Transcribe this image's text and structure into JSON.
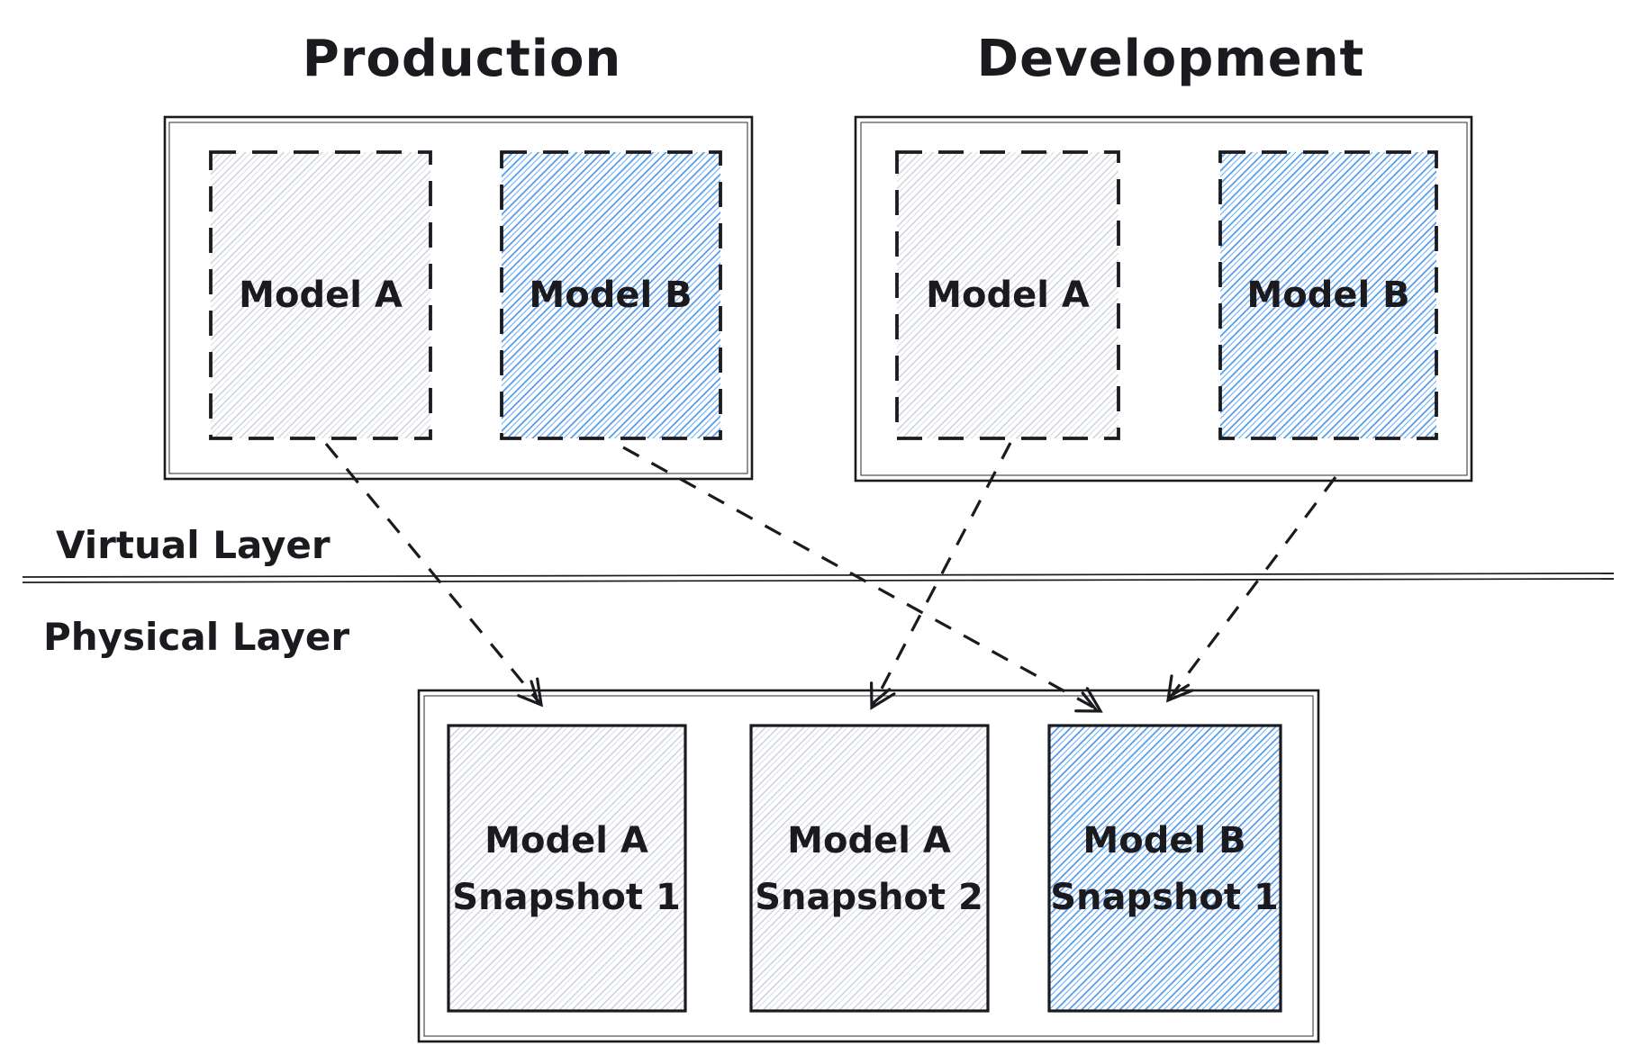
{
  "diagram": {
    "titles": {
      "production": "Production",
      "development": "Development"
    },
    "layers": {
      "virtual": "Virtual Layer",
      "physical": "Physical Layer"
    },
    "production_models": [
      {
        "label": "Model A",
        "style": "gray-hatched-dashed"
      },
      {
        "label": "Model B",
        "style": "blue-hatched-dashed"
      }
    ],
    "development_models": [
      {
        "label": "Model A",
        "style": "gray-hatched-dashed"
      },
      {
        "label": "Model B",
        "style": "blue-hatched-dashed"
      }
    ],
    "snapshots": [
      {
        "line1": "Model A",
        "line2": "Snapshot 1",
        "style": "gray-hatched-solid"
      },
      {
        "line1": "Model A",
        "line2": "Snapshot 2",
        "style": "gray-hatched-solid"
      },
      {
        "line1": "Model B",
        "line2": "Snapshot 1",
        "style": "blue-hatched-solid"
      }
    ],
    "mappings": [
      {
        "from": "Production Model A",
        "to": "Model A Snapshot 1"
      },
      {
        "from": "Production Model B",
        "to": "Model B Snapshot 1"
      },
      {
        "from": "Development Model A",
        "to": "Model A Snapshot 2"
      },
      {
        "from": "Development Model B",
        "to": "Model B Snapshot 1"
      }
    ],
    "colors": {
      "ink": "#1b1b1f",
      "blue_hatch": "#4a97ee",
      "gray_hatch": "#c5ccd6"
    }
  }
}
